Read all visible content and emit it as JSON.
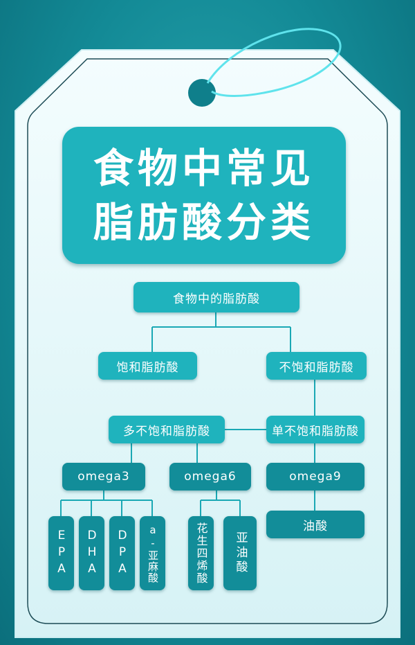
{
  "title": {
    "line1": "食物中常见",
    "line2": "脂肪酸分类"
  },
  "nodes": {
    "root": "食物中的脂肪酸",
    "saturated": "饱和脂肪酸",
    "unsaturated": "不饱和脂肪酸",
    "polyunsaturated": "多不饱和脂肪酸",
    "monounsaturated": "单不饱和脂肪酸",
    "omega3": "omega3",
    "omega6": "omega6",
    "omega9": "omega9",
    "epa": "EPA",
    "dha": "DHA",
    "dpa": "DPA",
    "ala": "a-亚麻酸",
    "ara": "花生四烯酸",
    "la": "亚油酸",
    "oleic": "油酸"
  },
  "colors": {
    "box": "#1fb3bd",
    "box_dark": "#128d99",
    "card": "#e4f8fa",
    "line": "#1aa8b4"
  }
}
